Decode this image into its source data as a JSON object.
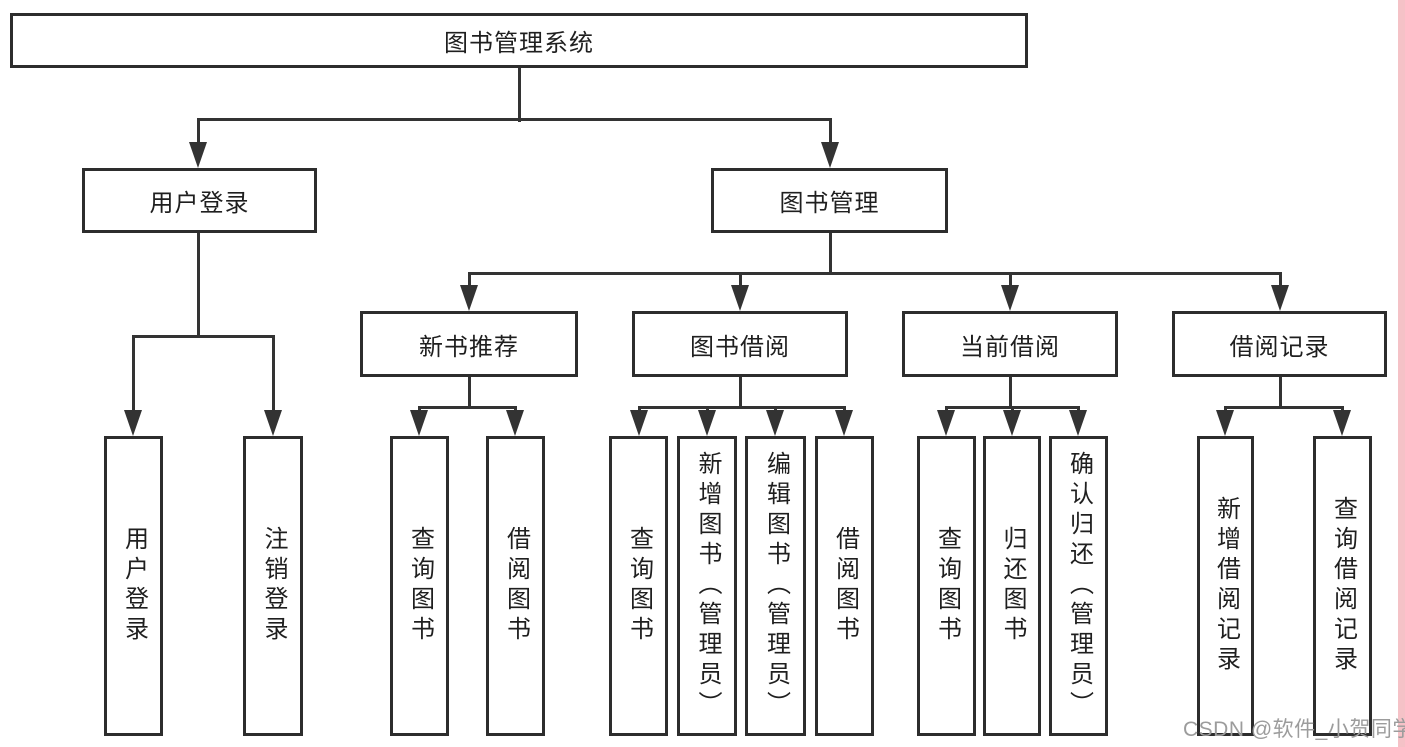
{
  "tree": {
    "label": "图书管理系统",
    "children": [
      {
        "label": "用户登录",
        "children": [
          {
            "label": "用户登录"
          },
          {
            "label": "注销登录"
          }
        ]
      },
      {
        "label": "图书管理",
        "children": [
          {
            "label": "新书推荐",
            "children": [
              {
                "label": "查询图书"
              },
              {
                "label": "借阅图书"
              }
            ]
          },
          {
            "label": "图书借阅",
            "children": [
              {
                "label": "查询图书"
              },
              {
                "label": "新增图书（管理员）"
              },
              {
                "label": "编辑图书（管理员）"
              },
              {
                "label": "借阅图书"
              }
            ]
          },
          {
            "label": "当前借阅",
            "children": [
              {
                "label": "查询图书"
              },
              {
                "label": "归还图书"
              },
              {
                "label": "确认归还（管理员）"
              }
            ]
          },
          {
            "label": "借阅记录",
            "children": [
              {
                "label": "新增借阅记录"
              },
              {
                "label": "查询借阅记录"
              }
            ]
          }
        ]
      }
    ]
  },
  "watermark": {
    "text": "CSDN @软件_小贺同学"
  },
  "colors": {
    "line": "#333333",
    "box_border": "#2d2d2d",
    "background": "#ffffff",
    "text": "#1f1f1f",
    "right_strip": "#f5c2c7",
    "watermark": "#9c9c9c"
  }
}
